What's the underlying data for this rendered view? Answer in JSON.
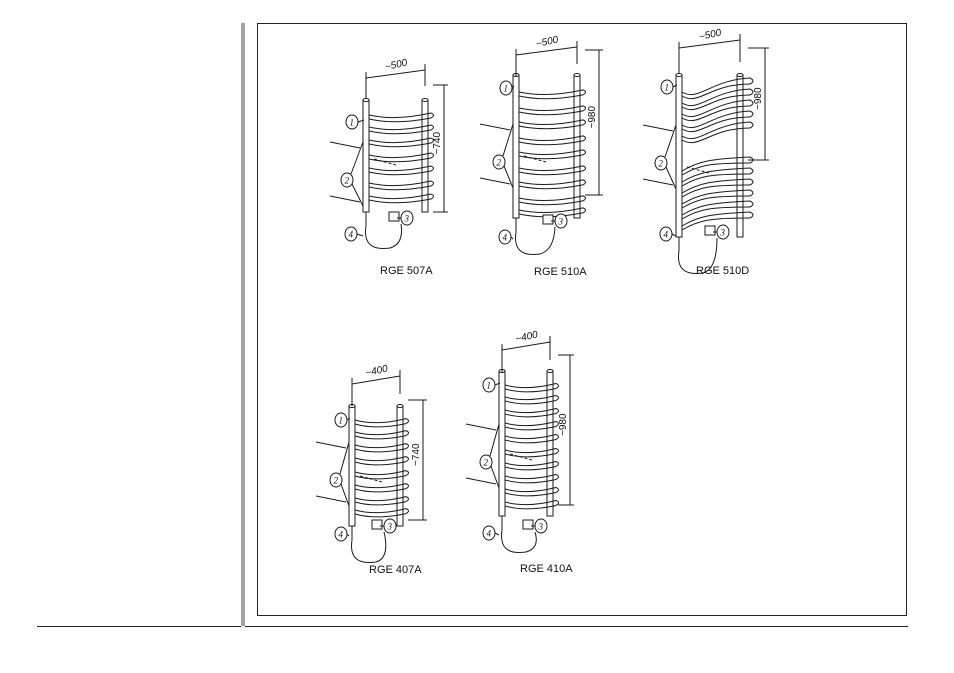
{
  "figures": [
    {
      "model": "RGE 507A",
      "width_dim": "~500",
      "height_dim": "~740",
      "callouts": [
        "1",
        "2",
        "3",
        "4"
      ]
    },
    {
      "model": "RGE 510A",
      "width_dim": "~500",
      "height_dim": "~980",
      "callouts": [
        "1",
        "2",
        "3",
        "4"
      ]
    },
    {
      "model": "RGE 510D",
      "width_dim": "~500",
      "height_dim": "~980",
      "callouts": [
        "1",
        "2",
        "3",
        "4"
      ]
    },
    {
      "model": "RGE 407A",
      "width_dim": "~400",
      "height_dim": "~740",
      "callouts": [
        "1",
        "2",
        "3",
        "4"
      ]
    },
    {
      "model": "RGE 410A",
      "width_dim": "~400",
      "height_dim": "~980",
      "callouts": [
        "1",
        "2",
        "3",
        "4"
      ]
    }
  ]
}
